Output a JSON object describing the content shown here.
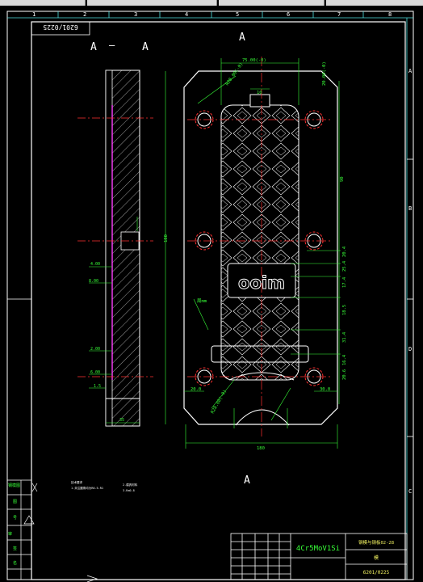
{
  "drawing": {
    "column_numbers": [
      "1",
      "2",
      "3",
      "4",
      "5",
      "6",
      "7",
      "8"
    ],
    "row_letters": [
      "A",
      "B",
      "C",
      "D"
    ],
    "drawing_number_rotated": "6201/0225",
    "section_label_left": "A",
    "section_label_right": "A",
    "section_dash": "—",
    "view_label_top": "A",
    "view_label_bottom": "A",
    "logo_text": "ooim"
  },
  "dimensions": {
    "top_width": "75.00(-0)",
    "right_top": "20.00(-0)",
    "fillet_top": "R28.00(-0)",
    "small_top": "10",
    "height_total": "180",
    "bottom_width": "180",
    "bottom_fillet": "R28.00(-0)",
    "bottom_left": "20.0",
    "center_small": "30.0",
    "right_stack": [
      "20.4",
      "25.4",
      "17.4",
      "18.5",
      "31.4",
      "16.4",
      "20.6"
    ],
    "right_mid": "90",
    "left_section_dims": [
      "4.00",
      "8.00",
      "2.00",
      "6.00",
      "1.5"
    ],
    "section_thickness": "35",
    "side_note": "周mm"
  },
  "sidebar_labels": [
    "钢模图",
    "图",
    "号",
    "审",
    "审核",
    "标准",
    "签",
    "名"
  ],
  "notes": [
    "技术要求",
    "1.未注圆角均为R0.5-R1",
    "2.模具材料",
    "3.Ra0.8"
  ],
  "title_block": {
    "material": "4Cr5MoV1Si",
    "part_name": "钢模与钢板02-28",
    "type": "模",
    "number": "6201/0225"
  },
  "colors": {
    "background": "#000000",
    "frame": "#ffffff",
    "geometry": "#ffffff",
    "dimensions": "#38ff38",
    "centerline": "#ff3030",
    "section": "#ff40ff",
    "border_cyan": "#4fe0e0"
  }
}
